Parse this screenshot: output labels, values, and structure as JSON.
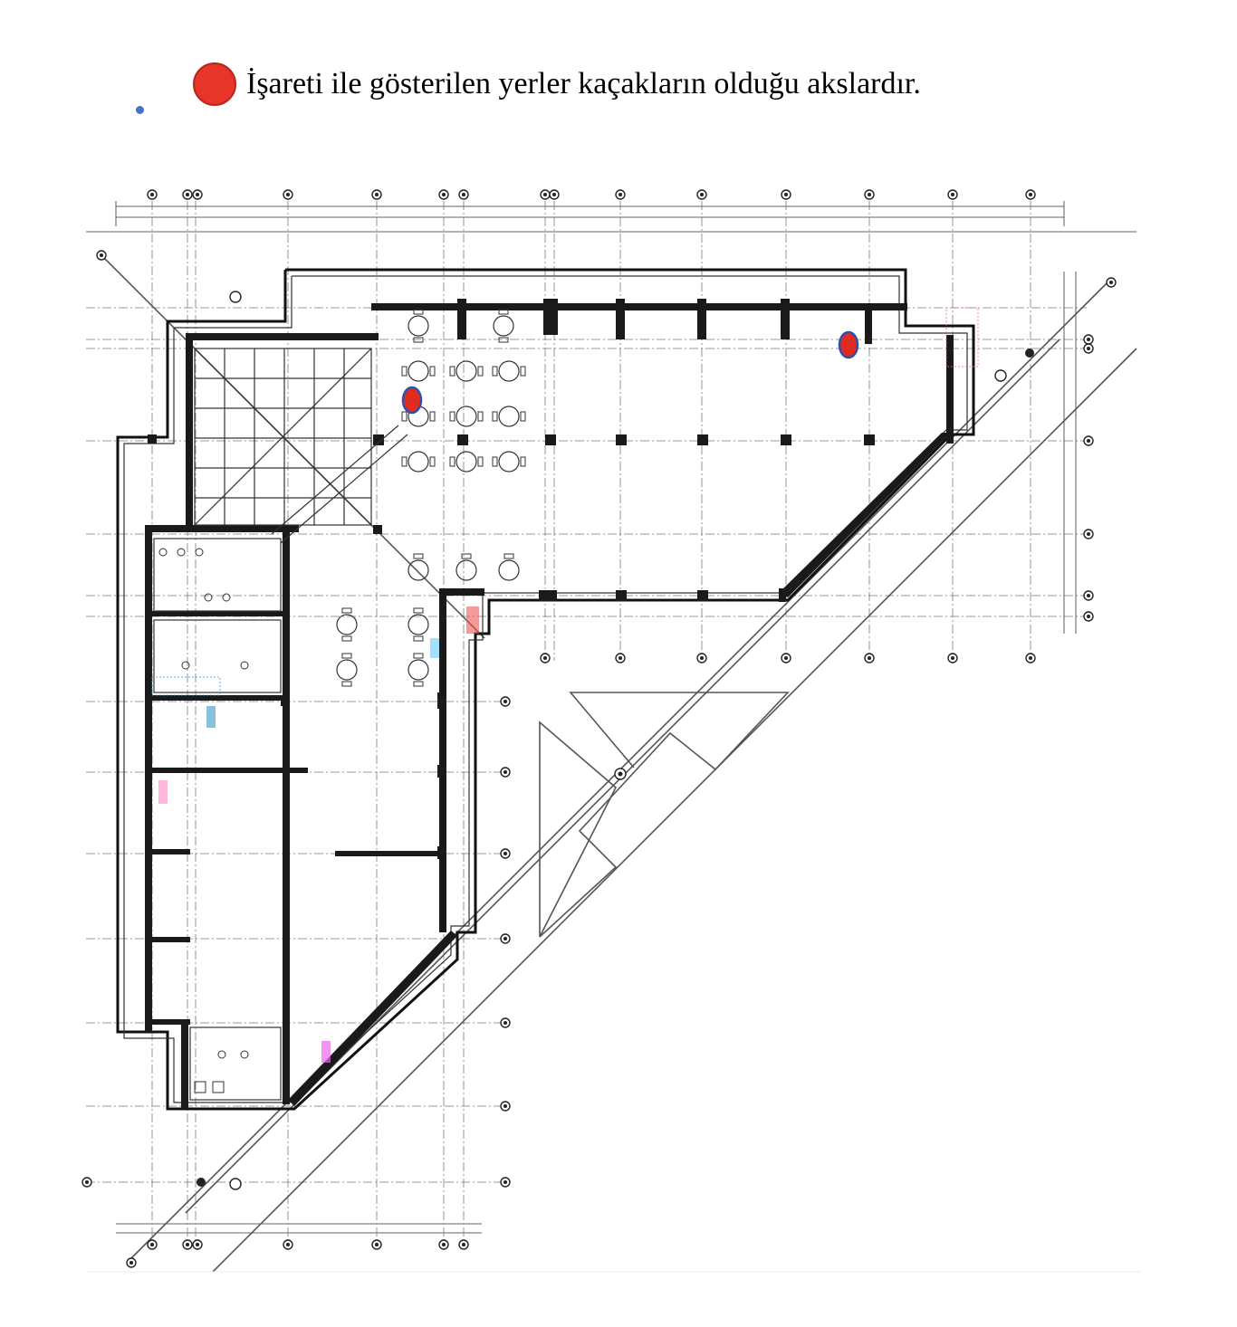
{
  "legend": {
    "text": "İşareti ile gösterilen yerler kaçakların olduğu akslardır.",
    "marker_color": "#e8352a",
    "marker_outline": "#2d4fb0",
    "small_dot_color": "#4a72c4"
  },
  "plan": {
    "leak_markers": [
      {
        "name": "leak-marker-cafe-area"
      },
      {
        "name": "leak-marker-north-wall"
      }
    ]
  }
}
